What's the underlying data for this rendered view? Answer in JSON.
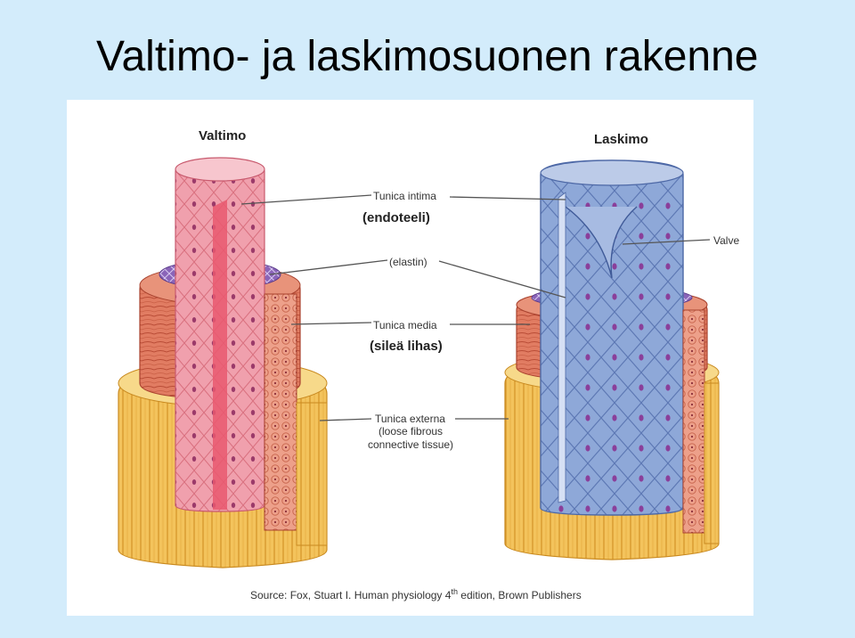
{
  "slide": {
    "title": "Valtimo- ja laskimosuonen rakenne"
  },
  "figure": {
    "artery_label": "Valtimo",
    "vein_label": "Laskimo",
    "labels": {
      "tunica_intima": "Tunica intima",
      "endothelium": "(endoteeli)",
      "elastin": "(elastin)",
      "tunica_media": "Tunica media",
      "smooth_muscle": "(sileä lihas)",
      "tunica_externa": "Tunica externa",
      "externa_desc_1": "(loose fibrous",
      "externa_desc_2": "connective tissue)",
      "valve": "Valve"
    },
    "source": {
      "prefix": "Source: Fox, Stuart I. Human physiology 4",
      "superscript": "th",
      "suffix": " edition, Brown Publishers"
    },
    "colors": {
      "background": "#d3ecfb",
      "intima_artery": "#ee8a9a",
      "intima_vein": "#7f9cd0",
      "media": "#e0745a",
      "externa": "#f2c45a",
      "elastin": "#7a5ab0"
    }
  }
}
